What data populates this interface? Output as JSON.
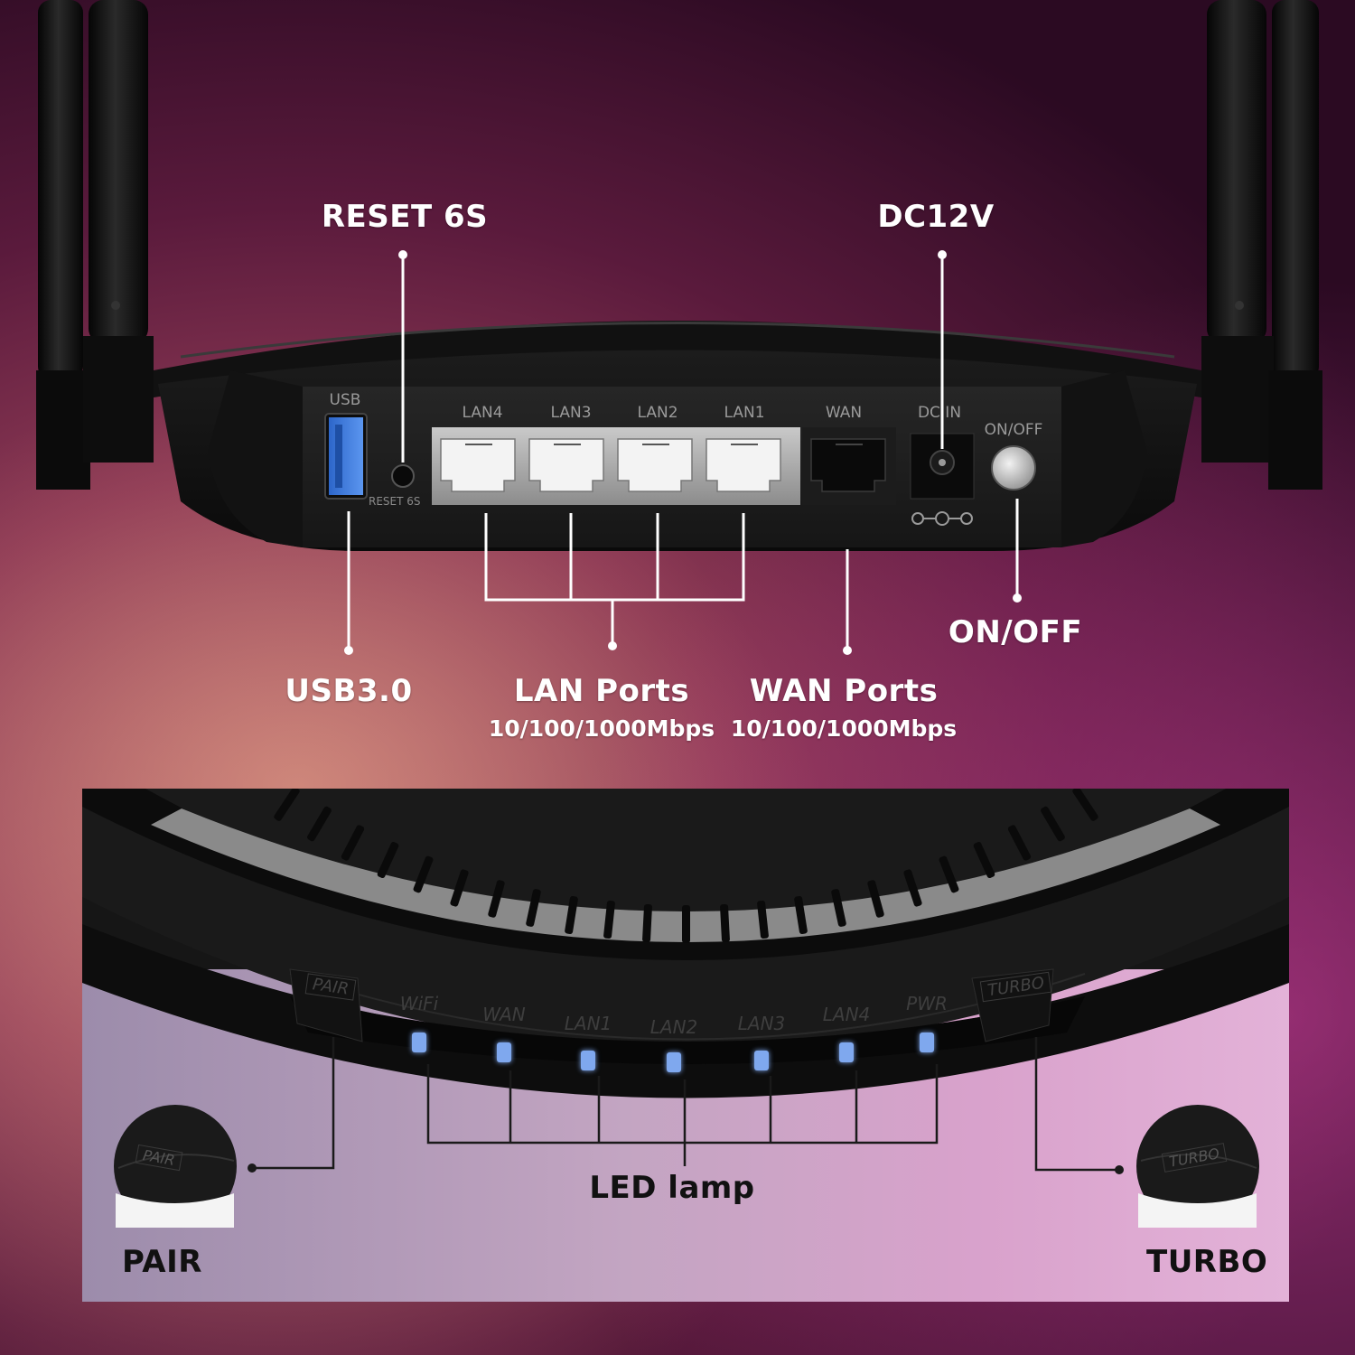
{
  "top": {
    "callouts": {
      "reset": "RESET 6S",
      "dc": "DC12V",
      "usb": "USB3.0",
      "lan_title": "LAN Ports",
      "lan_speed": "10/100/1000Mbps",
      "wan_title": "WAN Ports",
      "wan_speed": "10/100/1000Mbps",
      "onoff": "ON/OFF"
    },
    "panel_labels": {
      "usb": "USB",
      "lan4": "LAN4",
      "lan3": "LAN3",
      "lan2": "LAN2",
      "lan1": "LAN1",
      "wan": "WAN",
      "dcin": "DC IN",
      "onoff": "ON/OFF",
      "reset": "RESET 6S"
    }
  },
  "bottom": {
    "led_labels": [
      "WiFi",
      "WAN",
      "LAN1",
      "LAN2",
      "LAN3",
      "LAN4",
      "PWR"
    ],
    "led_color": "#7fa8ee",
    "pair_tag": "PAIR",
    "turbo_tag": "TURBO",
    "callouts": {
      "led": "LED lamp",
      "pair": "PAIR",
      "turbo": "TURBO"
    }
  },
  "colors": {
    "accent_magenta": "#c0308a",
    "router_black": "#141414",
    "usb_blue": "#3a7be0"
  }
}
